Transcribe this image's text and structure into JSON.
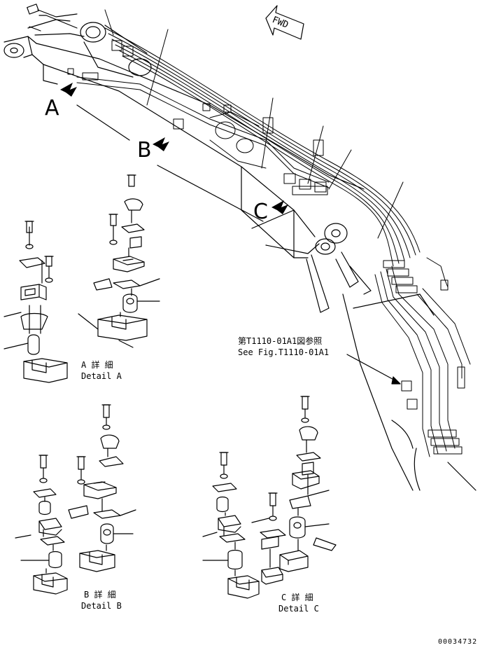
{
  "direction": "FWD",
  "view_labels": {
    "a": "A",
    "b": "B",
    "c": "C"
  },
  "reference": {
    "jp": "第T1110-01A1図参照",
    "en": "See Fig.T1110-01A1"
  },
  "details": {
    "a": {
      "jp": "A 詳 細",
      "en": "Detail A"
    },
    "b": {
      "jp": "B 詳 細",
      "en": "Detail B"
    },
    "c": {
      "jp": "C 詳 細",
      "en": "Detail C"
    }
  },
  "drawing_number": "00034732"
}
